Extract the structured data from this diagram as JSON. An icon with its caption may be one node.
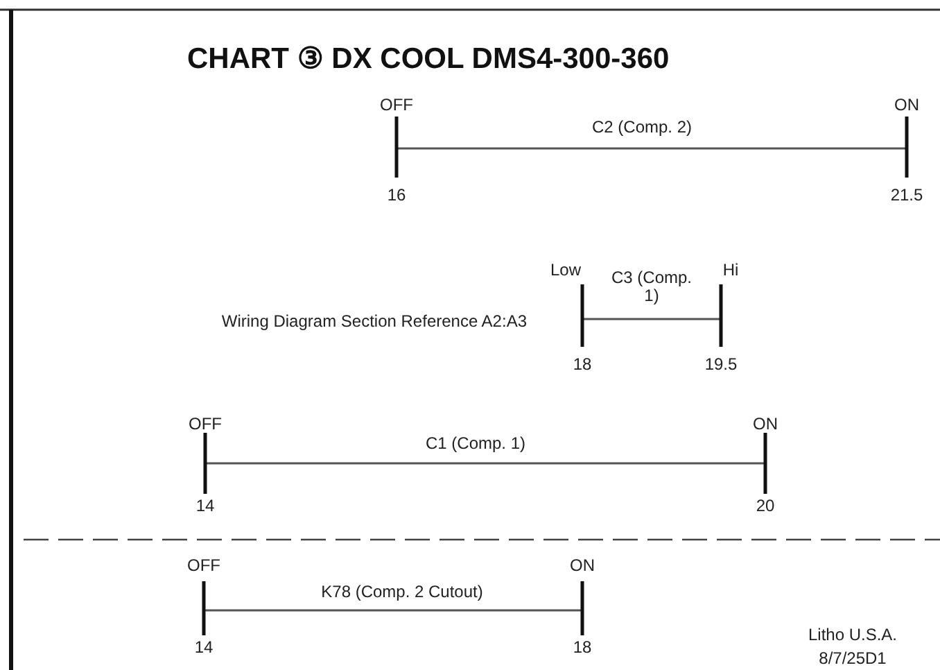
{
  "diagram": {
    "title": "CHART ③ DX COOL DMS4-300-360",
    "labels": [
      "OFF",
      "ON",
      "C2 (Comp. 2)",
      "16",
      "21.5",
      "Low",
      "C3 (Comp. 1)",
      "Hi",
      "Wiring Diagram Section Reference A2:A3",
      "18",
      "19.5",
      "OFF",
      "ON",
      "C1 (Comp. 1)",
      "14",
      "20",
      "OFF",
      "ON",
      "K78 (Comp. 2 Cutout)",
      "14",
      "18",
      "Litho U.S.A.",
      "8/7/25D1"
    ]
  }
}
